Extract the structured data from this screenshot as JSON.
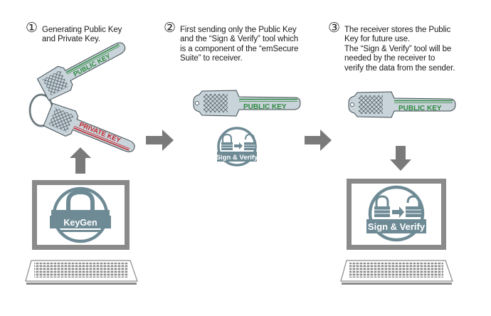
{
  "steps": [
    {
      "number": "①",
      "lines": [
        "Generating Public Key",
        "and Private Key."
      ]
    },
    {
      "number": "②",
      "lines": [
        "First sending only the Public Key",
        "and the “Sign & Verify” tool which",
        "is a component of the “emSecure",
        "Suite” to receiver."
      ]
    },
    {
      "number": "③",
      "lines": [
        "The receiver stores the Public",
        "Key for future use.",
        "The “Sign & Verify” tool will be",
        "needed by the receiver to",
        "verify the data from the sender."
      ]
    }
  ],
  "keys": {
    "public_label": "PUBLIC KEY",
    "private_label": "PRIVATE KEY"
  },
  "tools": {
    "keygen_label": "KeyGen",
    "sign_verify_label": "Sign & Verify"
  },
  "colors": {
    "public_green": "#2e8b3e",
    "private_red": "#c0272d",
    "key_fill": "#c9d3da",
    "icon_slate": "#6e8a95",
    "arrow_gray": "#7a7a7a",
    "monitor_gray": "#8a8a8a"
  }
}
